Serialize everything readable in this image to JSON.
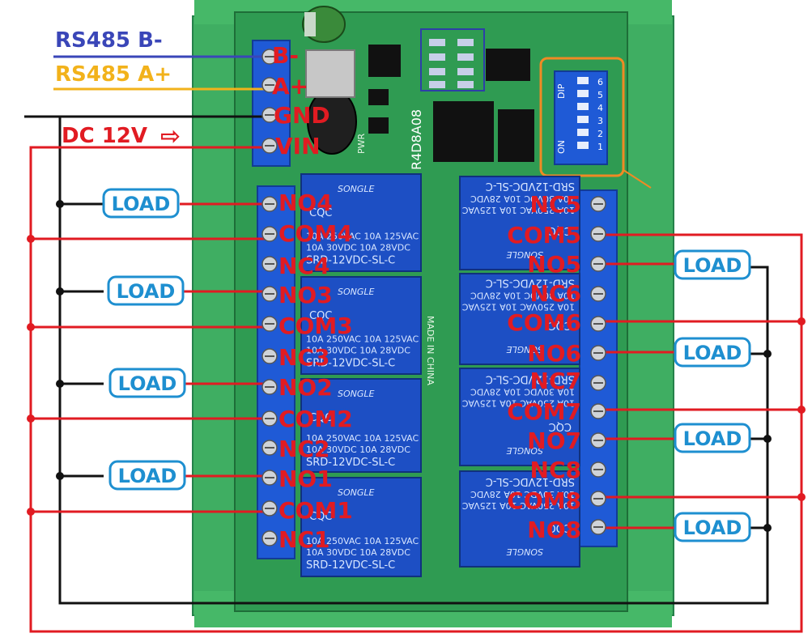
{
  "header": {
    "rs485_b": "RS485 B-",
    "rs485_a": "RS485 A+",
    "dc_supply": "DC 12V",
    "dc_arrow": "⇨"
  },
  "terminals_power": [
    "B-",
    "A+",
    "GND",
    "VIN"
  ],
  "terminals_left": [
    "NO4",
    "COM4",
    "NC4",
    "NO3",
    "COM3",
    "NC3",
    "NO2",
    "COM2",
    "NC2",
    "NO1",
    "COM1",
    "NC1"
  ],
  "terminals_right": [
    "NC5",
    "COM5",
    "NO5",
    "NC6",
    "COM6",
    "NO6",
    "NC7",
    "COM7",
    "NO7",
    "NC8",
    "COM8",
    "NO8"
  ],
  "load_label": "LOAD",
  "board": {
    "model": "R4D8A08",
    "dip_label": "DIP",
    "dip_on": "ON",
    "dip_numbers": [
      "1",
      "2",
      "3",
      "4",
      "5",
      "6"
    ],
    "pwr_label": "PWR",
    "made_in": "MADE IN CHINA"
  },
  "relay": {
    "brand": "SONGLE",
    "ratings_1": "10A 250VAC  10A 125VAC",
    "ratings_2": "10A 30VDC  10A 28VDC",
    "model": "SRD-12VDC-SL-C",
    "mark": "CQC"
  },
  "colors": {
    "board_green": "#2f9b52",
    "rail_green": "#3fae62",
    "terminal_blue": "#1f5ad6",
    "relay_blue": "#1d4fc4",
    "wire_red": "#e11b22",
    "wire_black": "#111111",
    "rs485_b_color": "#3a46b8",
    "rs485_a_color": "#f2b21b",
    "dip_orange": "#f08a24",
    "load_blue": "#1e8fd0"
  }
}
